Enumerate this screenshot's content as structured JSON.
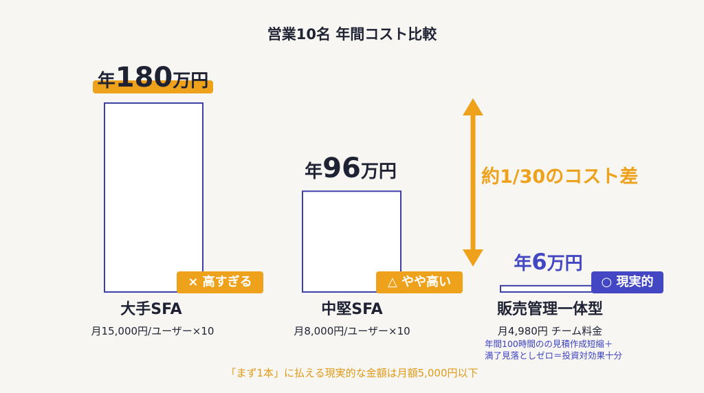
{
  "chart_data": {
    "type": "bar",
    "title": "営業10名 年間コスト比較",
    "unit": "万円/年",
    "categories": [
      "大手SFA",
      "中堅SFA",
      "販売管理一体型"
    ],
    "values": [
      180,
      96,
      6
    ],
    "value_labels": [
      {
        "prefix": "年",
        "num": "180",
        "suffix": "万円"
      },
      {
        "prefix": "年",
        "num": "96",
        "suffix": "万円"
      },
      {
        "prefix": "年",
        "num": "6",
        "suffix": "万円"
      }
    ],
    "badges": [
      "× 高すぎる",
      "△ やや高い",
      "○ 現実的"
    ],
    "pricing": [
      "月15,000円/ユーザー×10",
      "月8,000円/ユーザー×10",
      "月4,980円 チーム料金"
    ],
    "note_lines": [
      "年間100時間のの見積作成短縮＋",
      "満了見落としゼロ＝投資対効果十分"
    ],
    "arrow_label": "約1/30のコスト差",
    "footer": "「まず1本」に払える現実的な金額は月額5,000円以下",
    "ylim": [
      0,
      180
    ]
  },
  "colors": {
    "bar": "#3b3fa8",
    "orange": "#eea21c",
    "indigo": "#4347c4",
    "text": "#1e2233"
  }
}
